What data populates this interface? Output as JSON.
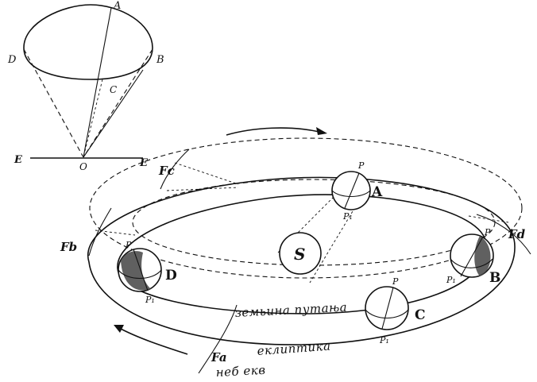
{
  "cone": {
    "labels": {
      "A": "A",
      "B": "B",
      "C": "C",
      "D": "D",
      "O": "O",
      "E_left": "E",
      "E_right": "E"
    }
  },
  "orbit": {
    "sun": "S",
    "positions": {
      "A": "A",
      "B": "B",
      "C": "C",
      "D": "D"
    },
    "pole_top": "P",
    "pole_bottom": "P₁",
    "forces": {
      "Fa": "Fa",
      "Fb": "Fb",
      "Fc": "Fc",
      "Fd": "Fd"
    },
    "earth_path_label": "земьина путања",
    "ecliptic_label": "еклиптика",
    "celestial_equator_label": "неб екв"
  }
}
